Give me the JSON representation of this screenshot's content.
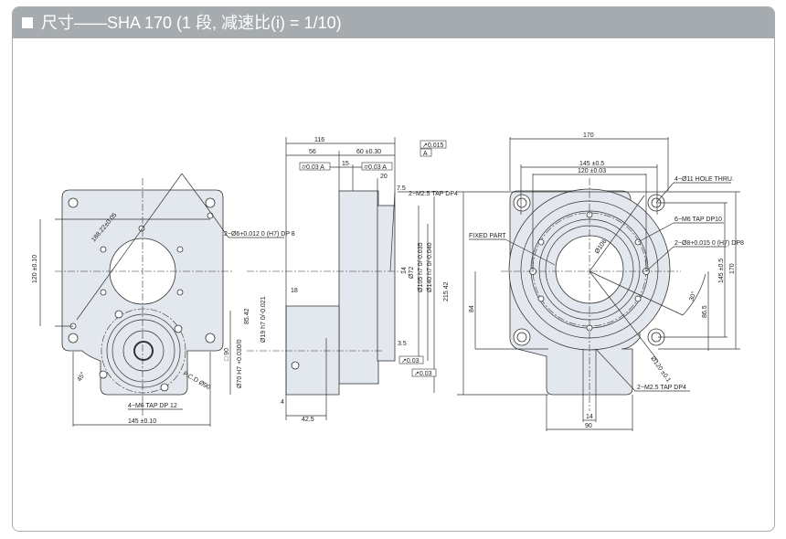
{
  "header": {
    "title": "尺寸——SHA 170 (1 段, 减速比(i) = 1/10)",
    "icon": "square-bullet-icon"
  },
  "front_view": {
    "dim_diag": "188.22±0.05",
    "dim_120": "120 ±0.10",
    "pin_hole": "2−Ø6+0.012 0 (H7) DP 8",
    "pcd": "P.C.D Ø90",
    "angle": "45°",
    "tap": "4−M6 TAP DP 12",
    "dim_145": "145 ±0.10",
    "sq90": "□ 90"
  },
  "side_view": {
    "d116": "116",
    "d56": "56",
    "d60": "60 ±0.30",
    "d15": "15",
    "d20": "20",
    "d7_5": "7.5",
    "d18": "18",
    "d4": "4",
    "d42_5": "42.5",
    "d3_5": "3.5",
    "tol_a1": "⌭0.03 A",
    "tol_a2": "⌭0.03 A",
    "tol_015": "↗0.015",
    "datum": "A",
    "tap": "2−M2.5 TAP DP4",
    "d14": "14",
    "d72": "Ø72",
    "d105": "Ø105 h7 0/-0.035",
    "d140": "Ø140 h7 0/-0.040",
    "d85": "85.42",
    "d19": "Ø19 h7 0/-0.021",
    "d70": "Ø70 H7 +0.030/0",
    "runout1": "↗0.03",
    "runout2": "↗0.03",
    "d215": "215.42"
  },
  "rear_view": {
    "d170": "170",
    "d145": "145 ±0.5",
    "d120": "120 ±0.03",
    "holes": "4−Ø11 HOLE THRU.",
    "fixed": "FIXED PART",
    "m6": "6−M6 TAP DP10",
    "pin": "2−Ø8+0.015 0 (H7) DP8",
    "d106": "Ø106",
    "d145v": "145 ±0.5",
    "d170v": "170",
    "angle": "30°",
    "d86": "86.5",
    "d84": "84",
    "d120c": "Ø120 ±0.1",
    "tap": "2−M2.5 TAP DP4",
    "d14": "14",
    "d90": "90"
  }
}
